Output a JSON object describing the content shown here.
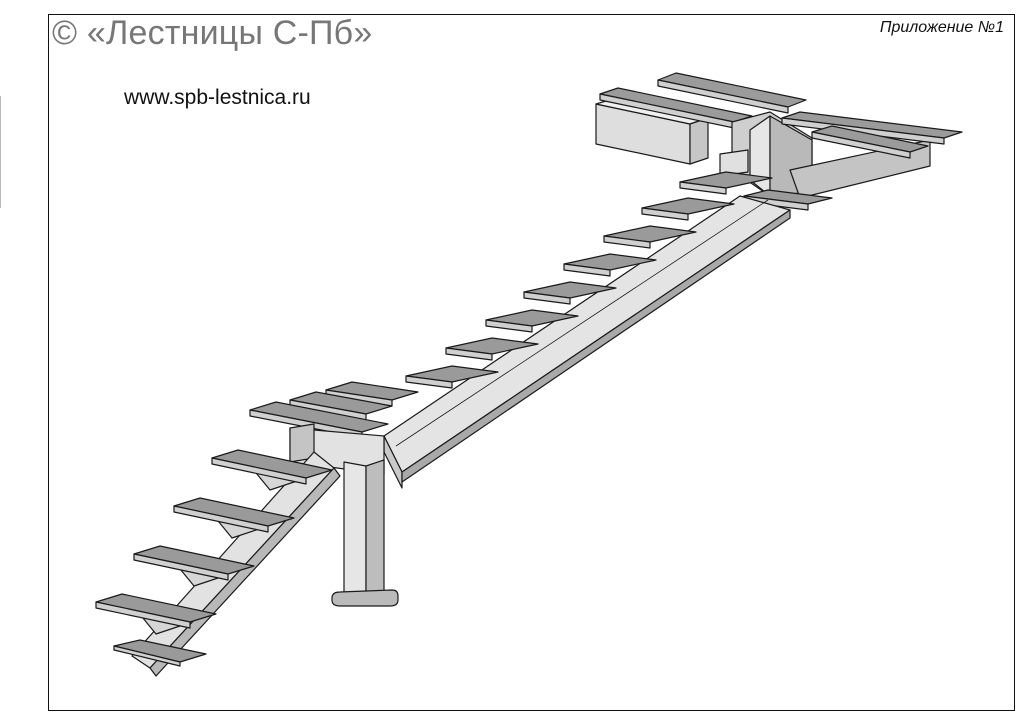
{
  "header": {
    "title": "© «Лестницы С-Пб»",
    "website": "www.spb-lestnica.ru",
    "appendix": "Приложение №1"
  },
  "drawing": {
    "subject": "staircase-3d-render",
    "colors": {
      "tread_top": "#9a9a9a",
      "tread_edge": "#cfcfcf",
      "steel_light": "#e2e2e2",
      "steel_mid": "#c4c4c4",
      "steel_dark": "#a8a8a8",
      "outline": "#1a1a1a"
    }
  }
}
